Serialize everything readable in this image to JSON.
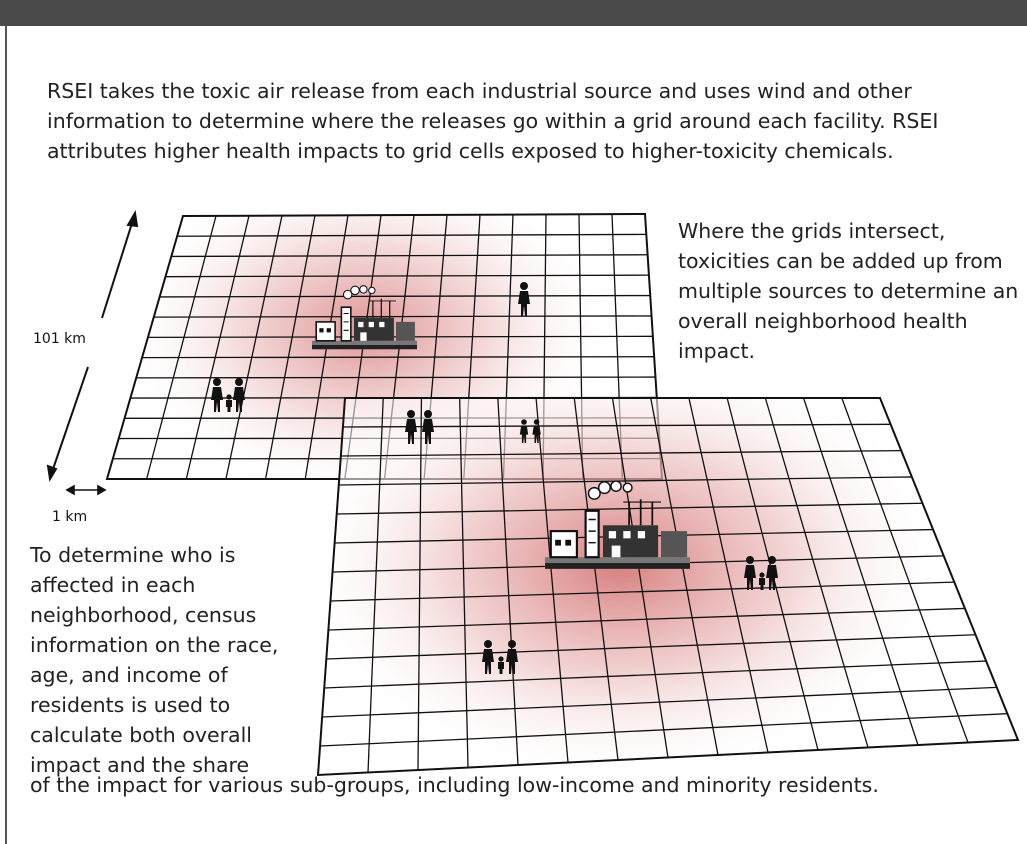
{
  "colors": {
    "top_bar": "#4a4a4a",
    "toxicity_glow": "#c23a3a",
    "grid_line": "#111111",
    "text": "#222222"
  },
  "text": {
    "intro": "RSEI takes the toxic air release from each industrial source and uses wind and other information to determine where the releases go within a grid around each facility. RSEI attributes higher health impacts to grid cells exposed to higher-toxicity chemicals.",
    "callout_right": "Where the grids intersect, toxicities can be added up from multiple sources to determine an overall neighborhood health impact.",
    "callout_left": "To determine who is affected in each neighborhood, census information on the race, age, and income of residents is used to calculate both overall impact and the share",
    "callout_bottom": "of the impact for various sub-groups, including low-income and minority residents."
  },
  "labels": {
    "grid_extent": "101 km",
    "cell_size": "1 km"
  },
  "icons": {
    "factory": "factory-icon",
    "family": "family-icon",
    "person": "person-icon",
    "couple": "couple-icon"
  }
}
